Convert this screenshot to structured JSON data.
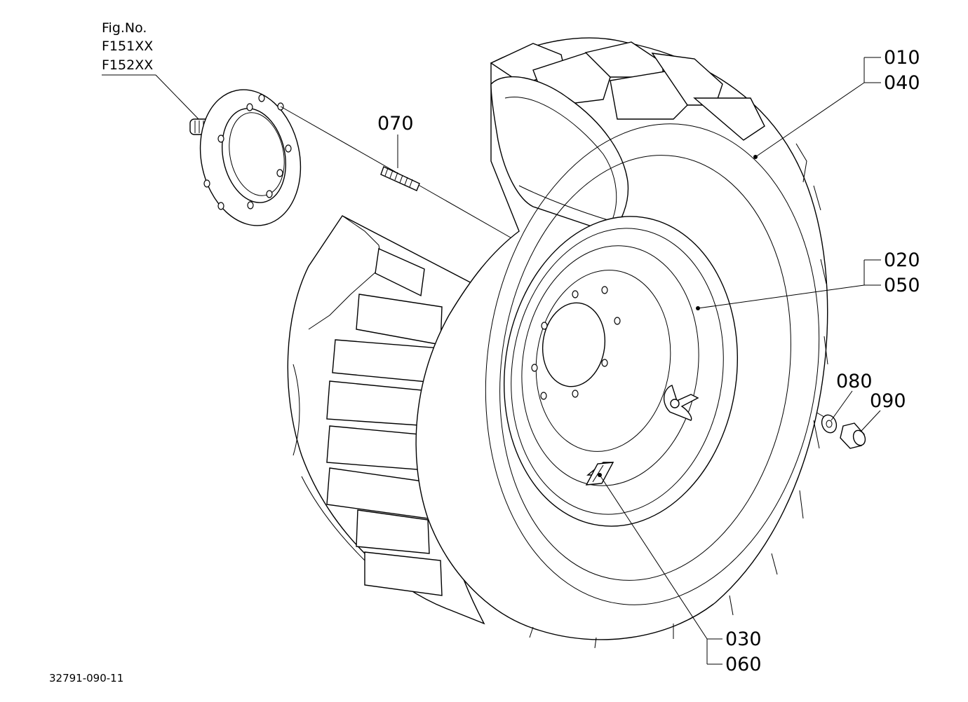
{
  "figure": {
    "header_lines": [
      "Fig.No.",
      "F151XX",
      "F152XX"
    ],
    "drawing_number": "32791-090-11"
  },
  "callouts": {
    "c010": "010",
    "c040": "040",
    "c020": "020",
    "c050": "050",
    "c030": "030",
    "c060": "060",
    "c070": "070",
    "c080": "080",
    "c090": "090"
  },
  "colors": {
    "ink": "#000000",
    "paper": "#ffffff"
  }
}
